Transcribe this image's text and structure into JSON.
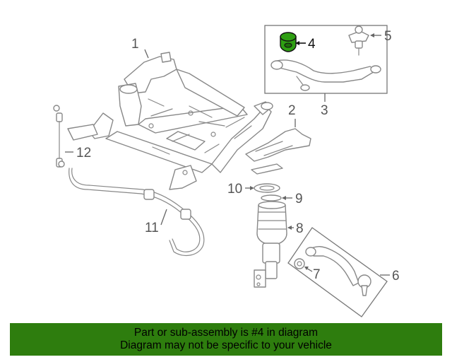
{
  "diagram": {
    "callouts": [
      {
        "id": "1",
        "label": "1"
      },
      {
        "id": "2",
        "label": "2"
      },
      {
        "id": "3",
        "label": "3"
      },
      {
        "id": "4",
        "label": "4",
        "highlighted": true
      },
      {
        "id": "5",
        "label": "5"
      },
      {
        "id": "6",
        "label": "6"
      },
      {
        "id": "7",
        "label": "7"
      },
      {
        "id": "8",
        "label": "8"
      },
      {
        "id": "9",
        "label": "9"
      },
      {
        "id": "10",
        "label": "10"
      },
      {
        "id": "11",
        "label": "11"
      },
      {
        "id": "12",
        "label": "12"
      }
    ],
    "colors": {
      "line": "#888888",
      "highlight": "#2e9e12",
      "text": "#555555"
    }
  },
  "banner": {
    "line1": "Part or sub-assembly is #4 in diagram",
    "line2": "Diagram may not be specific to your vehicle",
    "color": "#2e7d0e"
  }
}
